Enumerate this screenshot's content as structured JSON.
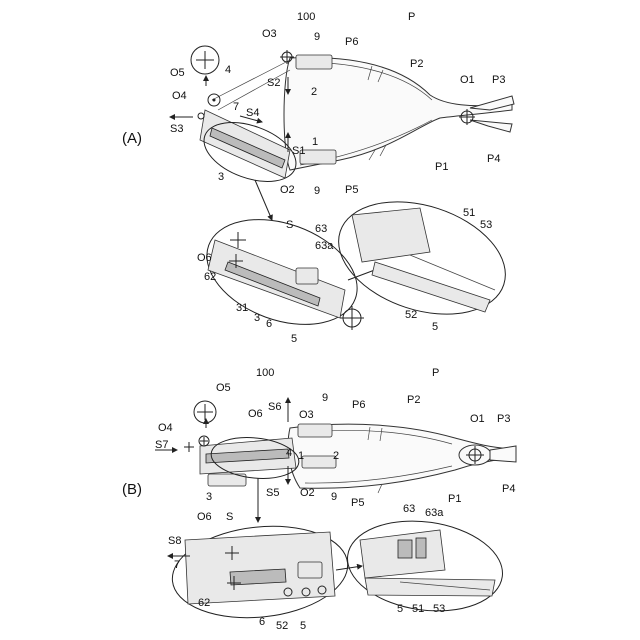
{
  "panels": [
    {
      "id": "A",
      "tag": "(A)",
      "labels": [
        "100",
        "P",
        "O3",
        "9",
        "P6",
        "S2",
        "2",
        "P2",
        "O1",
        "P3",
        "O5",
        "4",
        "O4",
        "7",
        "S4",
        "S3",
        "1",
        "S1",
        "P1",
        "P4",
        "3",
        "9",
        "P5",
        "O2",
        "S",
        "63",
        "51",
        "53",
        "63a",
        "O6",
        "62",
        "31",
        "3",
        "6",
        "5",
        "52",
        "5"
      ]
    },
    {
      "id": "B",
      "tag": "(B)",
      "labels": [
        "100",
        "P",
        "O5",
        "S6",
        "9",
        "P6",
        "P2",
        "O1",
        "P3",
        "O6",
        "O3",
        "O4",
        "S7",
        "4",
        "2",
        "1",
        "3",
        "S5",
        "O2",
        "9",
        "P5",
        "P1",
        "P4",
        "O6",
        "S",
        "63",
        "63a",
        "S8",
        "7",
        "62",
        "6",
        "52",
        "5",
        "5",
        "51",
        "53"
      ]
    }
  ]
}
